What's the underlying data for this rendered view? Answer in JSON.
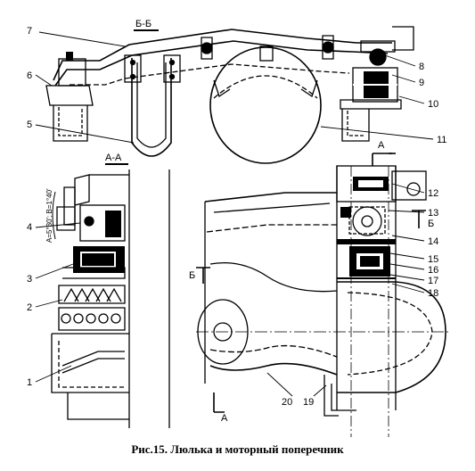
{
  "caption": "Рис.15. Люлька и моторный поперечник",
  "section_labels": {
    "bb_top": "Б-Б",
    "aa_left": "А-А",
    "a_top": "А",
    "a_bottom": "А",
    "b_right": "Б",
    "b_left": "Б"
  },
  "angle_note": "А=5°30'; В=1°40'",
  "callouts": [
    "1",
    "2",
    "3",
    "4",
    "5",
    "6",
    "7",
    "8",
    "9",
    "10",
    "11",
    "12",
    "13",
    "14",
    "15",
    "16",
    "17",
    "18",
    "19",
    "20"
  ],
  "colors": {
    "ink": "#000000",
    "paper": "#ffffff"
  }
}
